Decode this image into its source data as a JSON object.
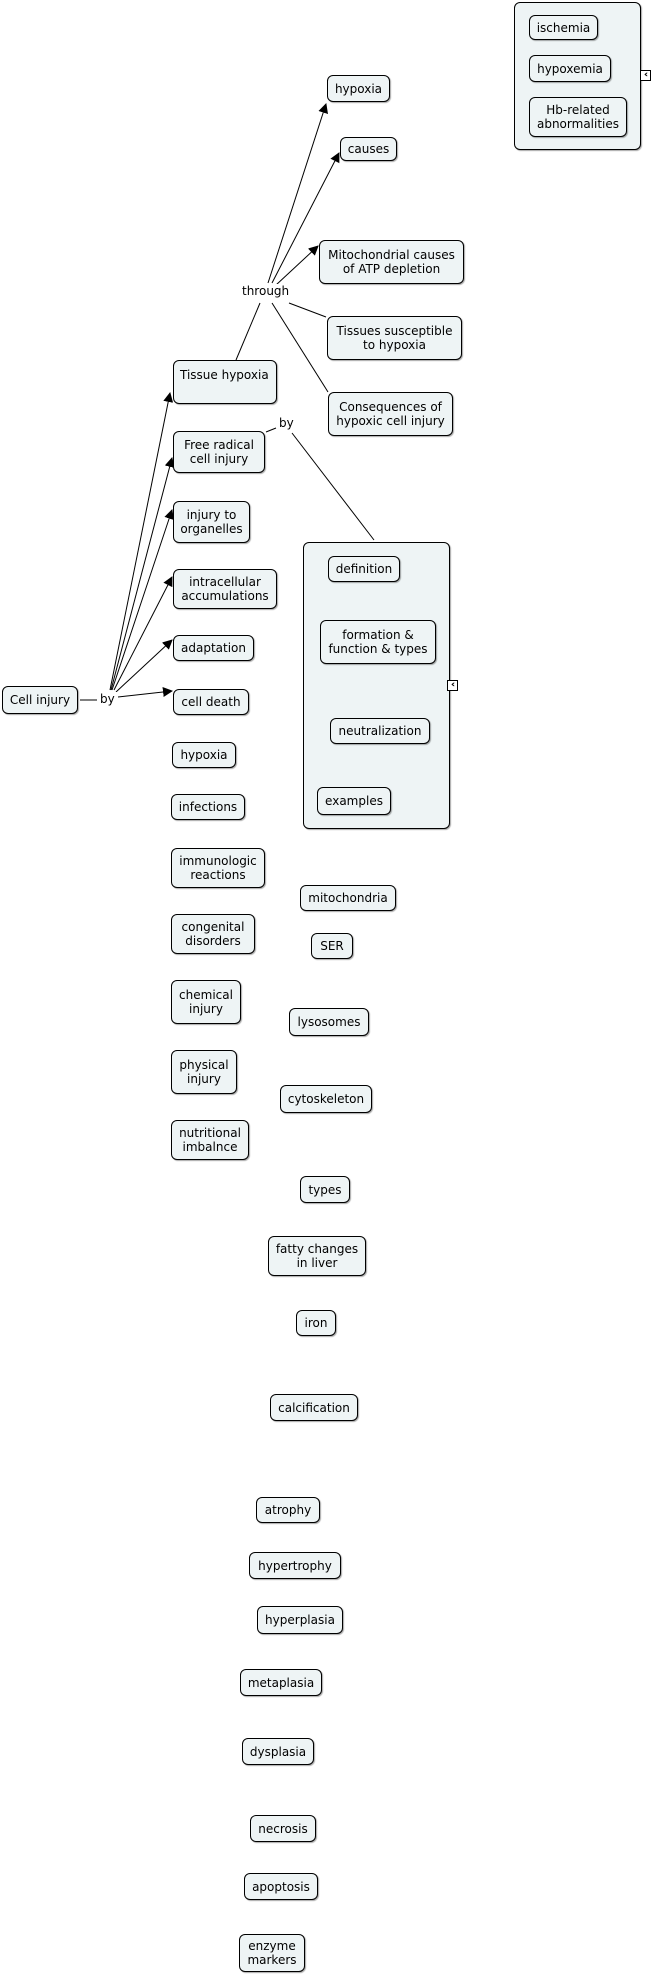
{
  "concepts": {
    "cell_injury": "Cell injury",
    "tissue_hypoxia": "Tissue hypoxia",
    "free_radical": "Free radical\ncell injury",
    "organelles": "injury to\norganelles",
    "intracellular": "intracellular\naccumulations",
    "adaptation": "adaptation",
    "cell_death": "cell death",
    "hypoxia_cause": "hypoxia",
    "infections": "infections",
    "immunologic": "immunologic\nreactions",
    "congenital": "congenital\ndisorders",
    "chemical": "chemical\ninjury",
    "physical": "physical\ninjury",
    "nutritional": "nutritional\nimbalnce",
    "hypoxia_top": "hypoxia",
    "causes": "causes",
    "mito_causes": "Mitochondrial causes\nof ATP depletion",
    "tissues_susceptible": "Tissues susceptible\nto hypoxia",
    "consequences": "Consequences of\nhypoxic cell injury",
    "ischemia": "ischemia",
    "hypoxemia": "hypoxemia",
    "hb_related": "Hb-related\nabnormalities",
    "definition": "definition",
    "formation": "formation &\nfunction & types",
    "neutralization": "neutralization",
    "examples": "examples",
    "mitochondria": "mitochondria",
    "ser": "SER",
    "lysosomes": "lysosomes",
    "cytoskeleton": "cytoskeleton",
    "types": "types",
    "fatty": "fatty changes\nin liver",
    "iron": "iron",
    "calcification": "calcification",
    "atrophy": "atrophy",
    "hypertrophy": "hypertrophy",
    "hyperplasia": "hyperplasia",
    "metaplasia": "metaplasia",
    "dysplasia": "dysplasia",
    "necrosis": "necrosis",
    "apoptosis": "apoptosis",
    "enzyme": "enzyme\nmarkers"
  },
  "links": {
    "by_main": "by",
    "through": "through",
    "by_free_radical": "by"
  },
  "icons": {
    "collapse": "collapse-icon"
  },
  "colors": {
    "node_fill": "#eef4f5",
    "border": "#000000"
  }
}
